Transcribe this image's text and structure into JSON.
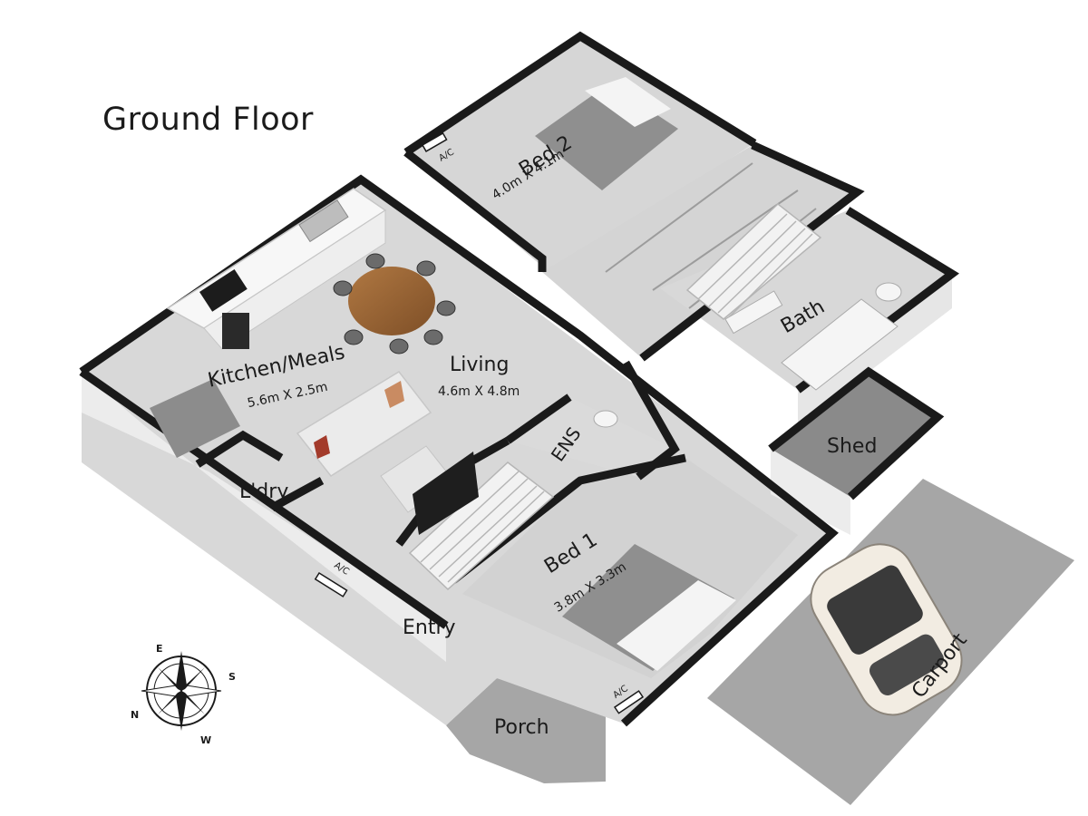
{
  "title": "Ground Floor",
  "rooms": {
    "bed2": {
      "name": "Bed 2",
      "dims": "4.0m X 4.1m"
    },
    "kitchen": {
      "name": "Kitchen/Meals",
      "dims": "5.6m X 2.5m"
    },
    "living": {
      "name": "Living",
      "dims": "4.6m X 4.8m"
    },
    "bath": {
      "name": "Bath"
    },
    "ens": {
      "name": "ENS"
    },
    "shed": {
      "name": "Shed"
    },
    "laundry": {
      "name": "L'dry"
    },
    "bed1": {
      "name": "Bed 1",
      "dims": "3.8m X 3.3m"
    },
    "entry": {
      "name": "Entry"
    },
    "porch": {
      "name": "Porch"
    },
    "carport": {
      "name": "Carport"
    }
  },
  "ac_label": "A/C",
  "compass": {
    "letters": [
      "E",
      "S",
      "W",
      "N"
    ]
  },
  "colors": {
    "wall": "#1a1a1a",
    "floor": "#d6d6d6",
    "outdoor": "#a6a6a6",
    "wall_face": "#ececec"
  }
}
